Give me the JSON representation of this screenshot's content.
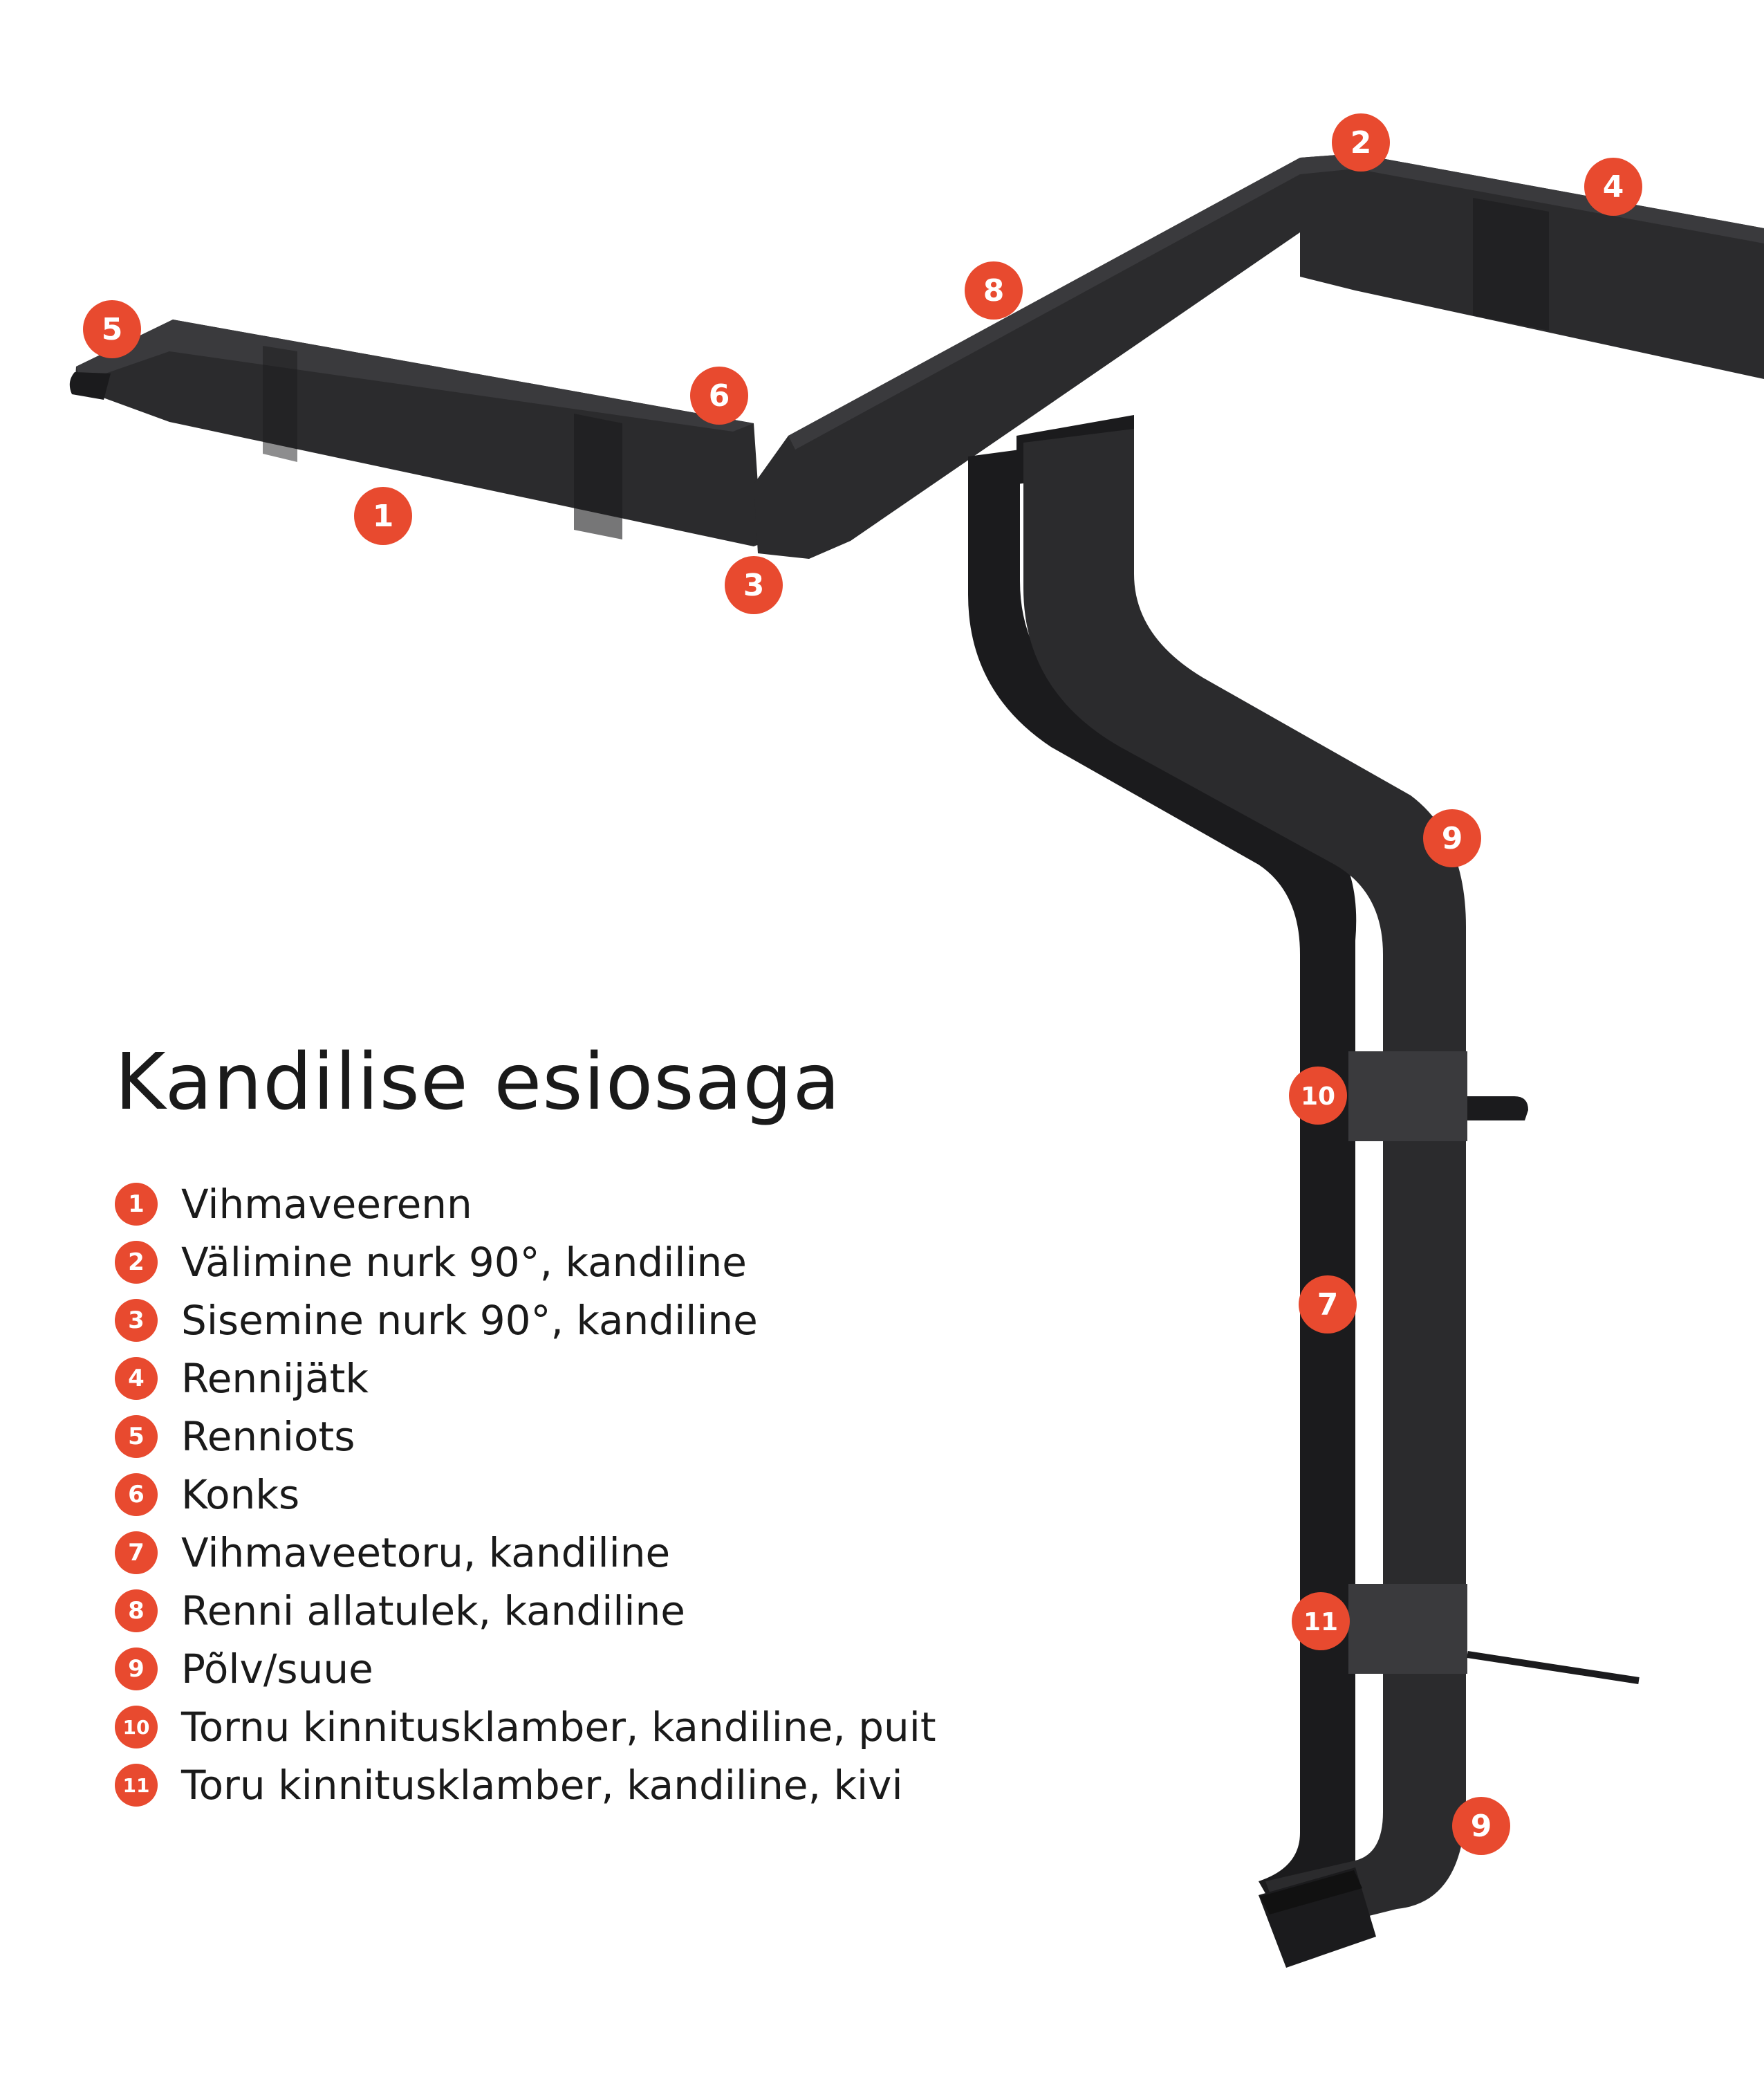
{
  "title": "Kandilise esiosaga",
  "colors": {
    "accent": "#e84a2f",
    "pipe": "#2b2b2d",
    "pipe_shade": "#1b1b1d",
    "pipe_light": "#3a3a3d"
  },
  "legend": [
    {
      "number": "1",
      "label": "Vihmaveerenn"
    },
    {
      "number": "2",
      "label": "Välimine nurk 90°, kandiline"
    },
    {
      "number": "3",
      "label": "Sisemine nurk 90°, kandiline"
    },
    {
      "number": "4",
      "label": "Rennijätk"
    },
    {
      "number": "5",
      "label": "Renniots"
    },
    {
      "number": "6",
      "label": "Konks"
    },
    {
      "number": "7",
      "label": "Vihmaveetoru, kandiline"
    },
    {
      "number": "8",
      "label": "Renni allatulek, kandiline"
    },
    {
      "number": "9",
      "label": "Põlv/suue"
    },
    {
      "number": "10",
      "label": "Tornu kinnitusklamber, kandiline, puit"
    },
    {
      "number": "11",
      "label": "Toru kinnitusklamber, kandiline, kivi"
    }
  ],
  "callouts": [
    "1",
    "2",
    "3",
    "4",
    "5",
    "6",
    "7",
    "8",
    "9",
    "9",
    "10",
    "11"
  ]
}
